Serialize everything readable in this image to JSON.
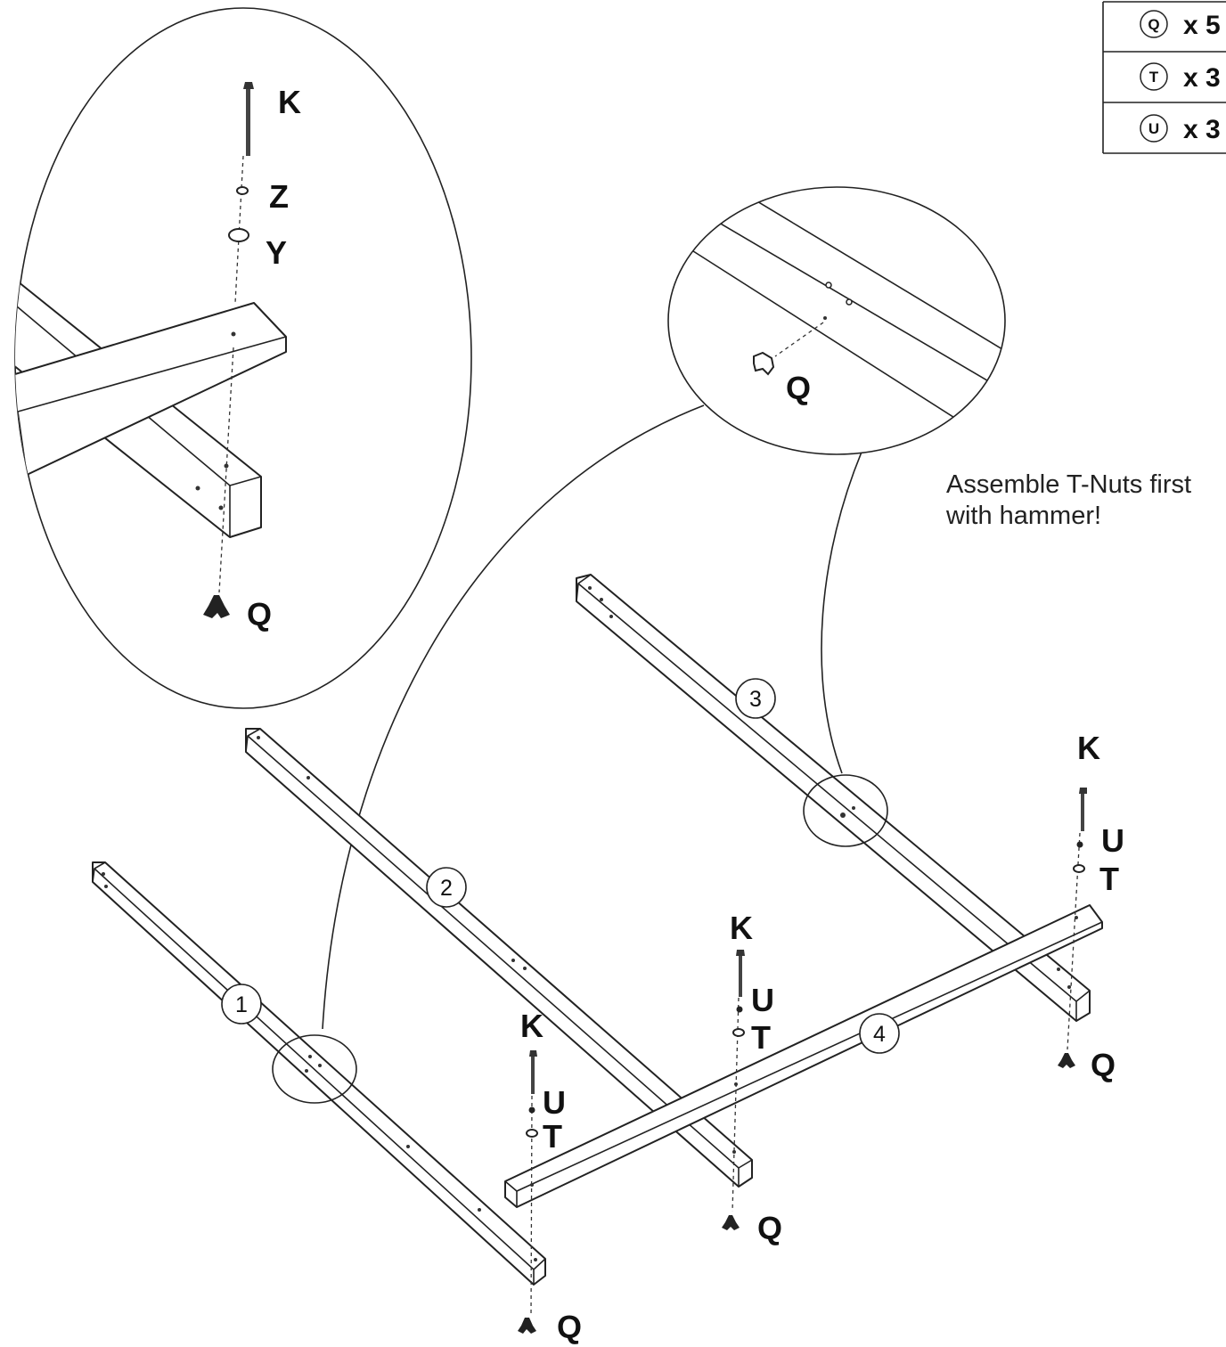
{
  "note": {
    "line1": "Assemble T-Nuts first",
    "line2": "with hammer!"
  },
  "hardware_table": [
    {
      "part": "Q",
      "qty": "x 5"
    },
    {
      "part": "T",
      "qty": "x 3"
    },
    {
      "part": "U",
      "qty": "x 3"
    }
  ],
  "beams": [
    "1",
    "2",
    "3",
    "4"
  ],
  "detail_left": {
    "labels": [
      "K",
      "Z",
      "Y",
      "Q"
    ]
  },
  "detail_right": {
    "label": "Q"
  },
  "stack1": {
    "k": "K",
    "u": "U",
    "t": "T",
    "q": "Q"
  },
  "stack2": {
    "k": "K",
    "u": "U",
    "t": "T",
    "q": "Q"
  },
  "stack3": {
    "k": "K",
    "u": "U",
    "t": "T",
    "q": "Q"
  },
  "bottom_q": "Q"
}
